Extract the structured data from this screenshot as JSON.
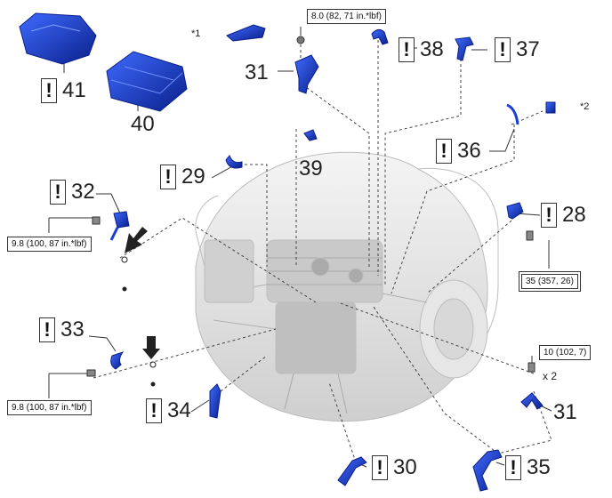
{
  "colors": {
    "part_blue": "#1a3fd6",
    "part_dark": "#0a1f8a",
    "engine_gray": "#d4d4d4",
    "line": "#444444"
  },
  "notes": {
    "star1": "*1",
    "star2": "*2",
    "qty": "x 2"
  },
  "torque": {
    "t_top": "8.0 (82, 71 in.*lbf)",
    "t_left_upper": "9.8 (100, 87 in.*lbf)",
    "t_left_lower": "9.8 (100, 87 in.*lbf)",
    "t_right": "35 (357, 26)",
    "t_right_lower": "10 (102, 7)"
  },
  "callouts": {
    "c41": "41",
    "c40": "40",
    "c31_top": "31",
    "c38": "38",
    "c37": "37",
    "c36": "36",
    "c39": "39",
    "c29": "29",
    "c32": "32",
    "c28": "28",
    "c33": "33",
    "c34": "34",
    "c30": "30",
    "c35": "35",
    "c31_bottom": "31"
  },
  "warning_symbol": "!"
}
